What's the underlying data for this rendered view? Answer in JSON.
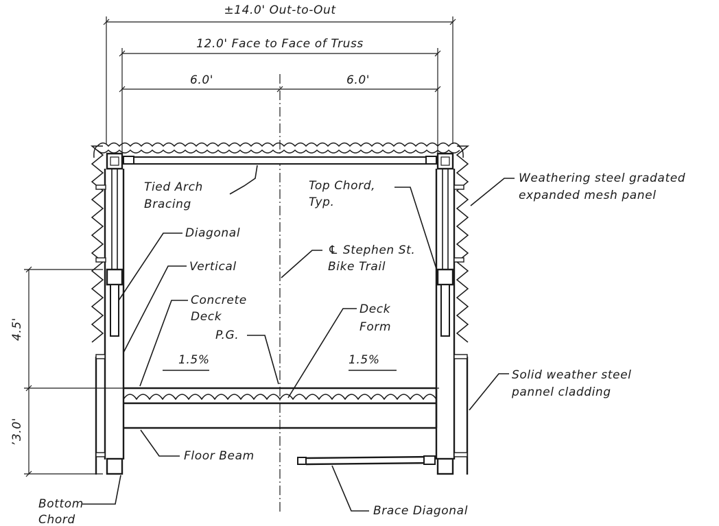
{
  "dimensions": {
    "out_to_out": "±14.0' Out-to-Out",
    "face_to_face": "12.0' Face to Face of Truss",
    "half_left": "6.0'",
    "half_right": "6.0'",
    "height_upper": "4.5'",
    "height_lower": "ʼ3.0'"
  },
  "slopes": {
    "left": "1.5%",
    "right": "1.5%"
  },
  "labels": {
    "tied_arch_bracing": [
      "Tied Arch",
      "Bracing"
    ],
    "top_chord": [
      "Top Chord,",
      "Typ."
    ],
    "mesh_panel": [
      "Weathering steel gradated",
      "expanded mesh panel"
    ],
    "diagonal": "Diagonal",
    "vertical": "Vertical",
    "centerline": [
      "℄ Stephen St.",
      "Bike Trail"
    ],
    "concrete_deck": [
      "Concrete",
      "Deck"
    ],
    "deck_form": [
      "Deck",
      "Form"
    ],
    "pg": "P.G.",
    "solid_cladding": [
      "Solid weather steel",
      "pannel cladding"
    ],
    "floor_beam": "Floor Beam",
    "bottom_chord": [
      "Bottom",
      "Chord"
    ],
    "brace_diagonal": "Brace Diagonal"
  }
}
